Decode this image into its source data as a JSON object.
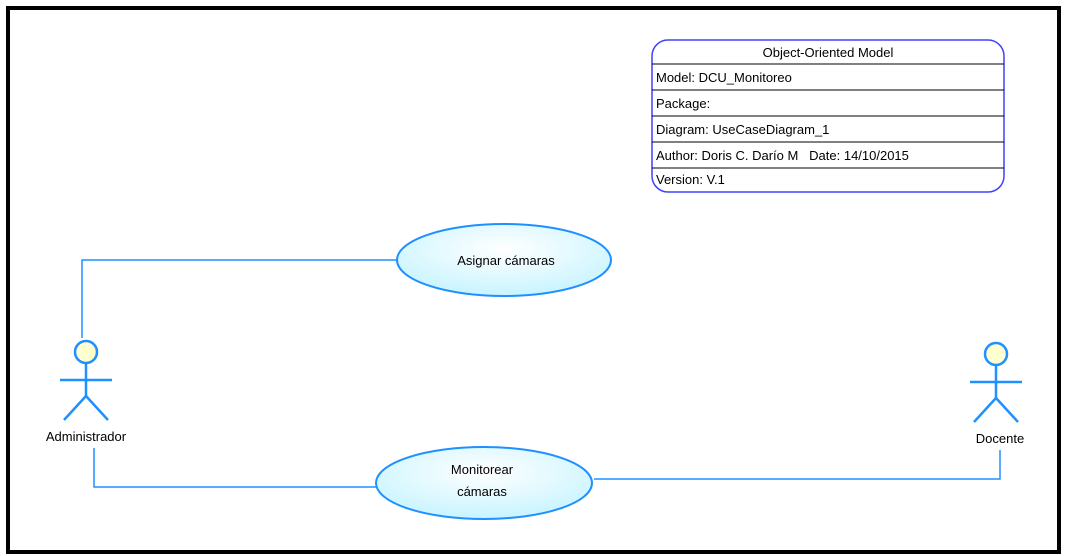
{
  "colors": {
    "line": "#1e90ff",
    "usecase_fill_start": "#ffffff",
    "usecase_fill_end": "#c8f4ff",
    "actor_head_fill": "#ffffd0",
    "title_border": "#4040ff",
    "frame_border": "#000000"
  },
  "title_block": {
    "header": "Object-Oriented Model",
    "model": "Model: DCU_Monitoreo",
    "package": "Package:",
    "diagram": "Diagram: UseCaseDiagram_1",
    "author": "Author: Doris C. Darío M   Date: 14/10/2015",
    "version": "Version: V.1"
  },
  "use_cases": {
    "assign": {
      "line1": "Asignar cámaras",
      "line2": ""
    },
    "monitor": {
      "line1": "Monitorear",
      "line2": "cámaras"
    }
  },
  "actors": {
    "admin": {
      "label": "Administrador",
      "icon": "actor-icon"
    },
    "docente": {
      "label": "Docente",
      "icon": "actor-icon"
    }
  }
}
